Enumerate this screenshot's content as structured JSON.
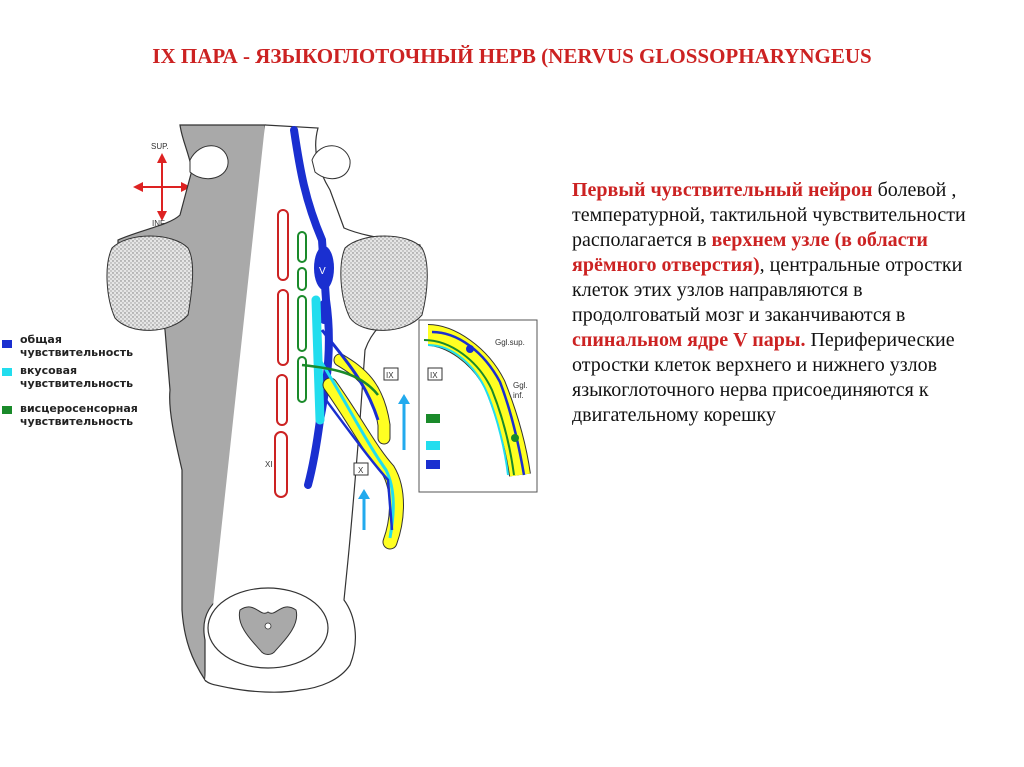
{
  "title": "IX ПАРА - ЯЗЫКОГЛОТОЧНЫЙ НЕРВ (NERVUS GLOSSOPHARYNGEUS",
  "colors": {
    "general": "#1a2fd0",
    "taste": "#22ddee",
    "visceral": "#1a8a2a",
    "nerve_trunk": "#ffff22",
    "brainstem": "#a9a9a9"
  },
  "orientation": {
    "sup": "SUP.",
    "inf": "INF."
  },
  "legend": [
    {
      "color_key": "general",
      "line1": "общая",
      "line2": "чувствительность"
    },
    {
      "color_key": "taste",
      "line1": "вкусовая",
      "line2": "чувствительность"
    },
    {
      "color_key": "visceral",
      "line1": "висцеросенсорная",
      "line2": "чувствительность"
    }
  ],
  "diagram_labels": {
    "v": "V",
    "ix": "IX",
    "x": "X",
    "xi": "XI",
    "ix_inset": "IX",
    "ggl_sup": "Ggl.sup.",
    "ggl_inf_1": "Ggl.",
    "ggl_inf_2": "inf."
  },
  "paragraph": {
    "p1": "Первый чувствительный нейрон",
    "p2": " болевой , температурной, тактильной чувствительности располагается в ",
    "p3": "верхнем узле (в области яpёмного отверстия)",
    "p4": ", центральные отростки клеток этих узлов направляются в продолговатый мозг и заканчиваются в ",
    "p5": "спинальном ядре V пары.",
    "p6": "  Периферические отростки клеток верхнего и нижнего узлов языкоглоточного нерва присоединяются к двигательному корешку"
  }
}
